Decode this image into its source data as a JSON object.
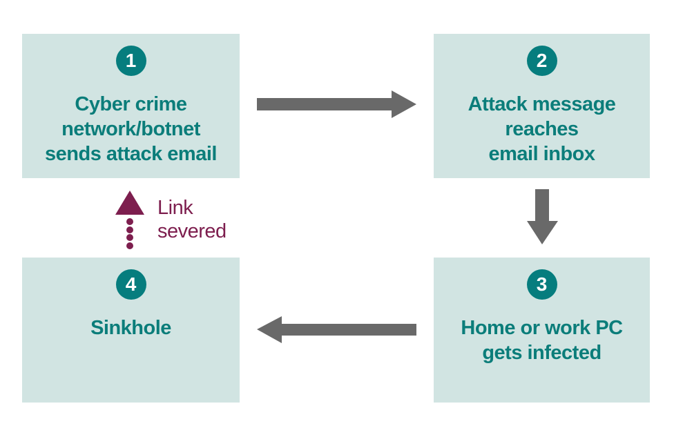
{
  "colors": {
    "background": "#ffffff",
    "box_fill": "#d1e4e2",
    "teal": "#0b7d7a",
    "circle_fill": "#067d7e",
    "circle_text": "#ffffff",
    "arrow_gray": "#696969",
    "severed_magenta": "#7d1e4e"
  },
  "steps": [
    {
      "number": "1",
      "lines": [
        "Cyber crime",
        "network/botnet",
        "sends attack email"
      ]
    },
    {
      "number": "2",
      "lines": [
        "Attack message",
        "reaches",
        "email inbox"
      ]
    },
    {
      "number": "3",
      "lines": [
        "Home or work PC",
        "gets infected"
      ]
    },
    {
      "number": "4",
      "lines": [
        "Sinkhole"
      ]
    }
  ],
  "severed_link": {
    "line1": "Link",
    "line2": "severed"
  }
}
